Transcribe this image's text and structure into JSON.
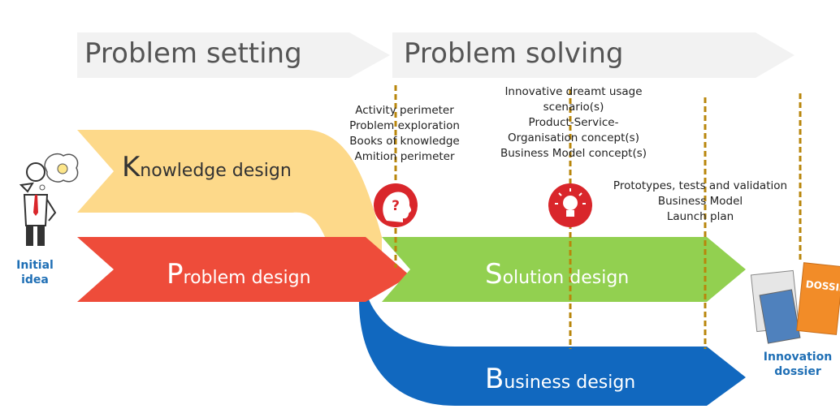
{
  "phases": {
    "setting": "Problem setting",
    "solving": "Problem solving"
  },
  "streams": {
    "knowledge": {
      "initial": "K",
      "rest": "nowledge design"
    },
    "problem": {
      "initial": "P",
      "rest": "roblem design"
    },
    "solution": {
      "initial": "S",
      "rest": "olution design"
    },
    "business": {
      "initial": "B",
      "rest": "usiness design"
    }
  },
  "milestones": [
    {
      "lines": [
        "Activity perimeter",
        "Problem exploration",
        "Books of knowledge",
        "Amition perimeter"
      ]
    },
    {
      "lines": [
        "Innovative dreamt usage",
        "scenario(s)",
        "Product-Service-",
        "Organisation concept(s)",
        "Business Model concept(s)"
      ]
    },
    {
      "lines": [
        "Prototypes, tests and validation",
        "Business Model",
        "Launch plan"
      ]
    }
  ],
  "start_label": [
    "Initial",
    "idea"
  ],
  "end_label": [
    "Innovation",
    "dossier"
  ],
  "dossier_word": "DOSSIER",
  "icons": [
    "thinking-person-icon",
    "lightbulb-icon",
    "head-question-icon",
    "dossier-documents-icon"
  ],
  "colors": {
    "phase_arrow": "#f2f2f2",
    "knowledge": "#fdd98a",
    "problem": "#ee4c3a",
    "solution": "#92d050",
    "business": "#1168bf",
    "milestone_line": "#b8860b",
    "milestone_icon": "#d9262b",
    "label_blue": "#1f6fb5"
  }
}
